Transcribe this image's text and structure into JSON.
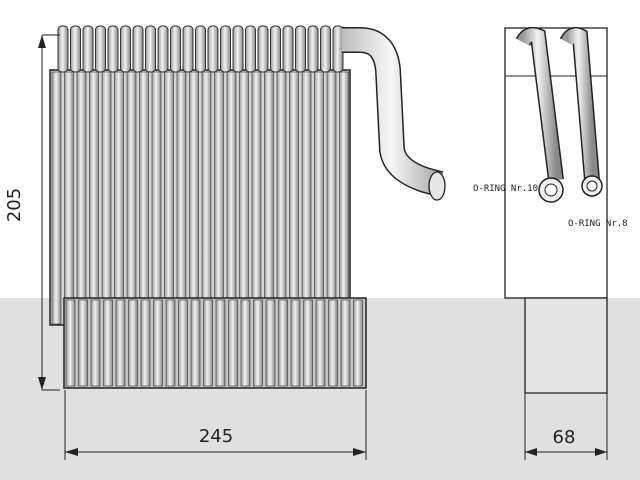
{
  "drawing": {
    "dimensions": {
      "height": "205",
      "width": "245",
      "depth": "68"
    },
    "labels": {
      "oring_large": "O-RING Nr.10",
      "oring_small": "O-RING Nr.8"
    },
    "colors": {
      "background": "#ffffff",
      "overlay": "#e0e0e0",
      "line": "#222222",
      "fin": "#c8c8c8"
    }
  }
}
